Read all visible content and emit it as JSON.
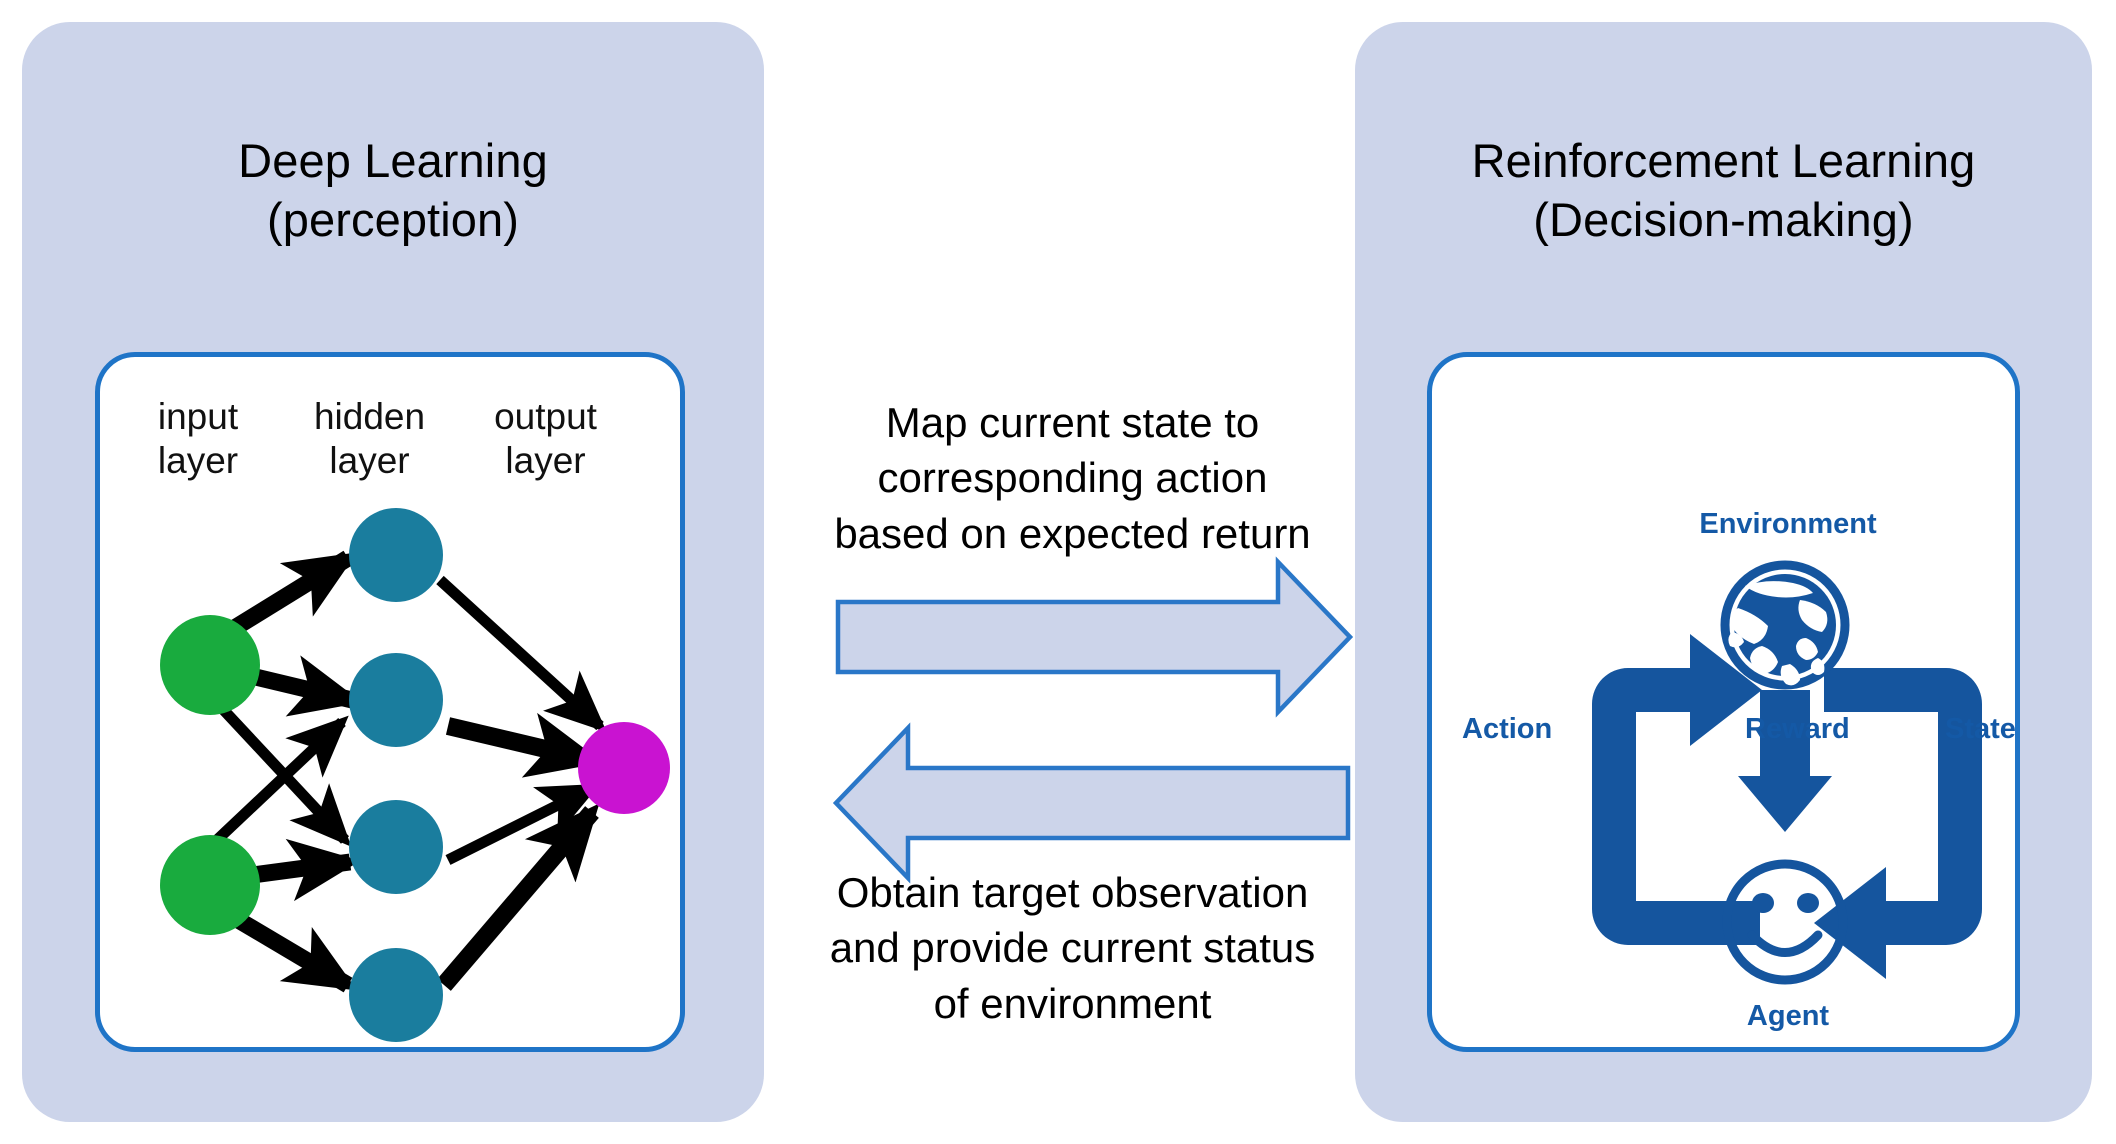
{
  "diagram": {
    "background_color": "#ffffff",
    "panel_fill": "#ccd4ea",
    "card_border_color": "#1f74c7",
    "accent_blue": "#1459a6",
    "arrow_fill": "#ccd4ea",
    "arrow_stroke": "#2a77c8"
  },
  "left_panel": {
    "title_line1": "Deep Learning",
    "title_line2": "(perception)",
    "network": {
      "captions": [
        {
          "line1": "input",
          "line2": "layer"
        },
        {
          "line1": "hidden",
          "line2": "layer"
        },
        {
          "line1": "output",
          "line2": "layer"
        }
      ],
      "node_colors": {
        "input": "#19ab3e",
        "hidden": "#1a7d9e",
        "output": "#c913d1"
      },
      "node_counts": {
        "input": 2,
        "hidden": 4,
        "output": 1
      }
    }
  },
  "center": {
    "forward_text_line1": "Map current state to",
    "forward_text_line2": "corresponding action",
    "forward_text_line3": "based on expected return",
    "backward_text_line1": "Obtain target observation",
    "backward_text_line2": "and provide current status",
    "backward_text_line3": "of environment"
  },
  "right_panel": {
    "title_line1": "Reinforcement Learning",
    "title_line2": "(Decision-making)",
    "cycle": {
      "environment_label": "Environment",
      "agent_label": "Agent",
      "action_label": "Action",
      "reward_label": "Reward",
      "state_label": "State"
    }
  }
}
